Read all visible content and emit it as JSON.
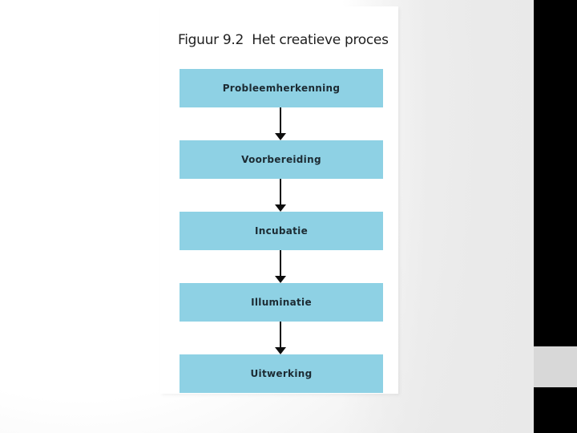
{
  "figure": {
    "title": "Figuur 9.2  Het creatieve proces",
    "flowchart": {
      "steps": [
        {
          "label": "Probleemherkenning"
        },
        {
          "label": "Voorbereiding"
        },
        {
          "label": "Incubatie"
        },
        {
          "label": "Illuminatie"
        },
        {
          "label": "Uitwerking"
        }
      ]
    }
  },
  "colors": {
    "step_fill": "#8ed1e4",
    "step_text": "#1c2b33",
    "title_text": "#1f1f1f",
    "arrow": "#0d0d0d",
    "right_band": "#000000",
    "scroll_thumb": "#d8d8d8",
    "panel": "#ffffff",
    "page_gray": "#e9e9e9"
  }
}
